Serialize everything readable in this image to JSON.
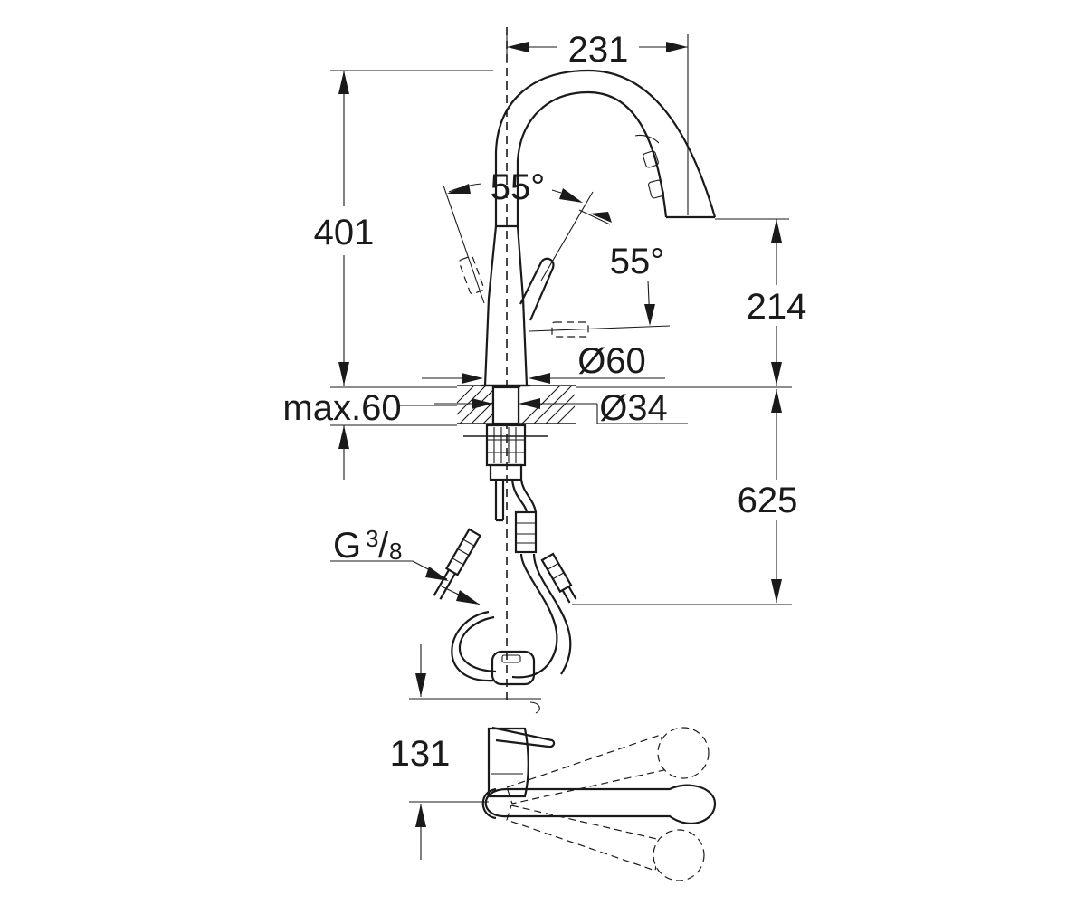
{
  "diagram": {
    "dimensions": {
      "spout_reach": "231",
      "total_height": "401",
      "spout_height": "214",
      "lever_angle_left": "55°",
      "lever_angle_right": "55°",
      "body_diameter": "Ø60",
      "shank_diameter": "Ø34",
      "max_deck_thickness": "max.60",
      "hose_length": "625",
      "connection_thread_base": "G",
      "connection_thread_numerator": "3",
      "connection_thread_denominator": "8",
      "top_view_depth": "131"
    },
    "colors": {
      "line": "#1a1a1a",
      "fill": "#ffffff"
    }
  }
}
